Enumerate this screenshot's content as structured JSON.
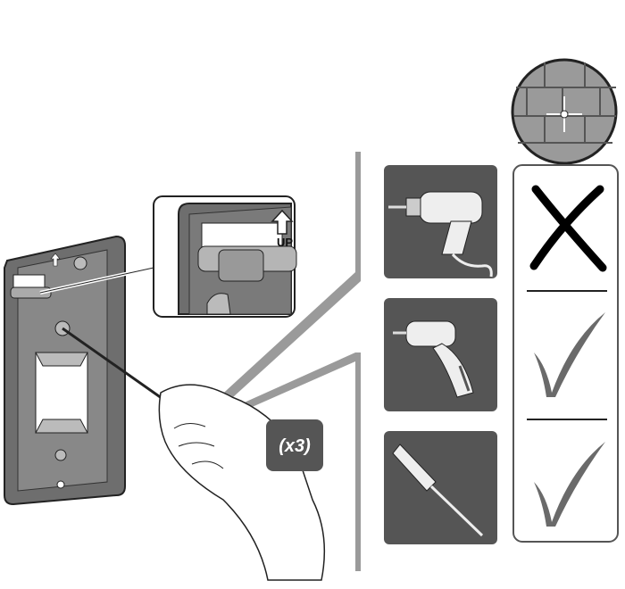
{
  "inset": {
    "up_label": "UP"
  },
  "plate": {
    "up_label": "UP"
  },
  "quantity_badge": {
    "label": "(x3)"
  },
  "tools": [
    {
      "name": "power-drill",
      "allowed": false,
      "mark": "cross-icon"
    },
    {
      "name": "cordless-screwdriver",
      "allowed": true,
      "mark": "check-icon"
    },
    {
      "name": "manual-screwdriver",
      "allowed": true,
      "mark": "check-icon"
    }
  ],
  "colors": {
    "panel": "#555555",
    "plate": "#6e6e6e",
    "mark": "#5a5a5a",
    "cross": "#000000"
  }
}
